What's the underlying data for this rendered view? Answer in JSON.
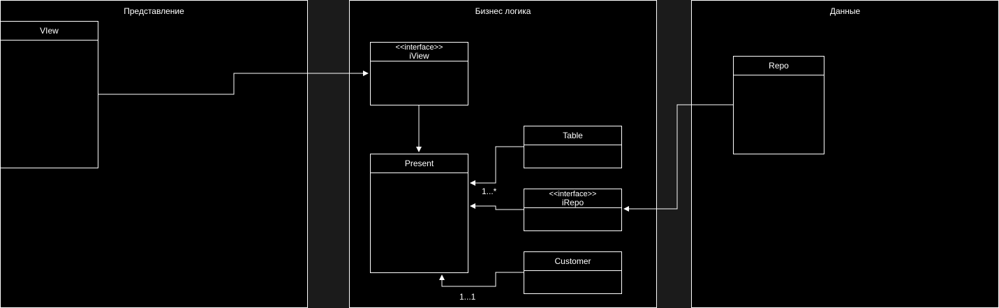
{
  "colors": {
    "background": "#1b1b1b",
    "layer_fill": "#000000",
    "stroke": "#ffffff",
    "text": "#ffffff"
  },
  "layers": {
    "presentation": {
      "title": "Представление"
    },
    "business": {
      "title": "Бизнес логика"
    },
    "data": {
      "title": "Данные"
    }
  },
  "classes": {
    "view": {
      "name": "VIew"
    },
    "iview": {
      "stereotype": "<<interface>>",
      "name": "iView"
    },
    "present": {
      "name": "Present"
    },
    "table": {
      "name": "Table"
    },
    "irepo": {
      "stereotype": "<<interface>>",
      "name": "iRepo"
    },
    "customer": {
      "name": "Customer"
    },
    "repo": {
      "name": "Repo"
    }
  },
  "multiplicities": {
    "table_present": "1...*",
    "customer_present": "1...1"
  }
}
